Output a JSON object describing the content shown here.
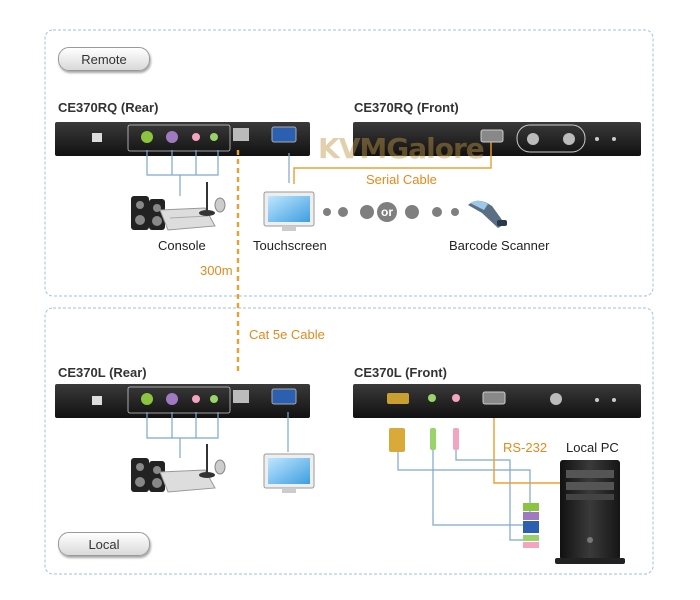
{
  "sections": {
    "remote": {
      "label": "Remote",
      "rear_title": "CE370RQ (Rear)",
      "front_title": "CE370RQ (Front)",
      "console": "Console",
      "touchscreen": "Touchscreen",
      "barcode": "Barcode Scanner",
      "serial_cable": "Serial Cable",
      "or": "or",
      "distance": "300m"
    },
    "local": {
      "label": "Local",
      "rear_title": "CE370L (Rear)",
      "front_title": "CE370L (Front)",
      "rs232": "RS-232",
      "local_pc": "Local PC"
    },
    "link": {
      "cable": "Cat 5e Cable"
    }
  },
  "watermark": "KVMGalore",
  "colors": {
    "accent": "#e8a030",
    "link": "#7ea6cc",
    "panel_border": "#9dc1dc",
    "device": "#2a2a2a"
  }
}
